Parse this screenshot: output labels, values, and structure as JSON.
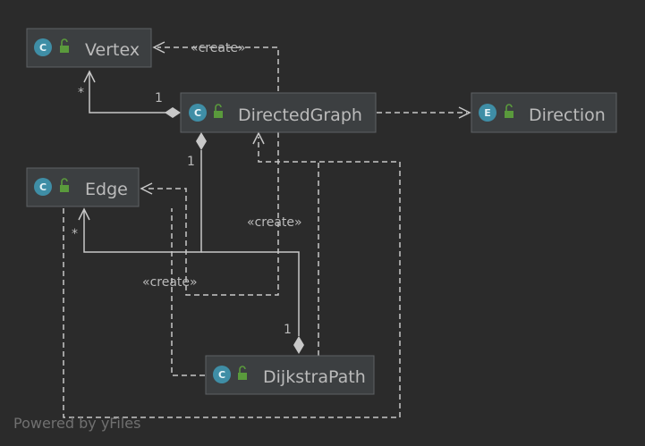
{
  "nodes": {
    "vertex": {
      "name": "Vertex",
      "kind": "C"
    },
    "directed_graph": {
      "name": "DirectedGraph",
      "kind": "C"
    },
    "direction": {
      "name": "Direction",
      "kind": "E"
    },
    "edge": {
      "name": "Edge",
      "kind": "C"
    },
    "dijkstra_path": {
      "name": "DijkstraPath",
      "kind": "C"
    }
  },
  "edges": {
    "create_label": "«create»",
    "mult_one": "1",
    "mult_many": "*"
  },
  "watermark": "Powered by yFiles",
  "colors": {
    "background": "#2b2b2b",
    "node_fill": "#3c3f41",
    "node_border": "#5e6264",
    "class_badge": "#3f8ea6",
    "public_lock": "#5a9a3c",
    "line": "#c8c8c8",
    "text": "#bbbbbb"
  }
}
